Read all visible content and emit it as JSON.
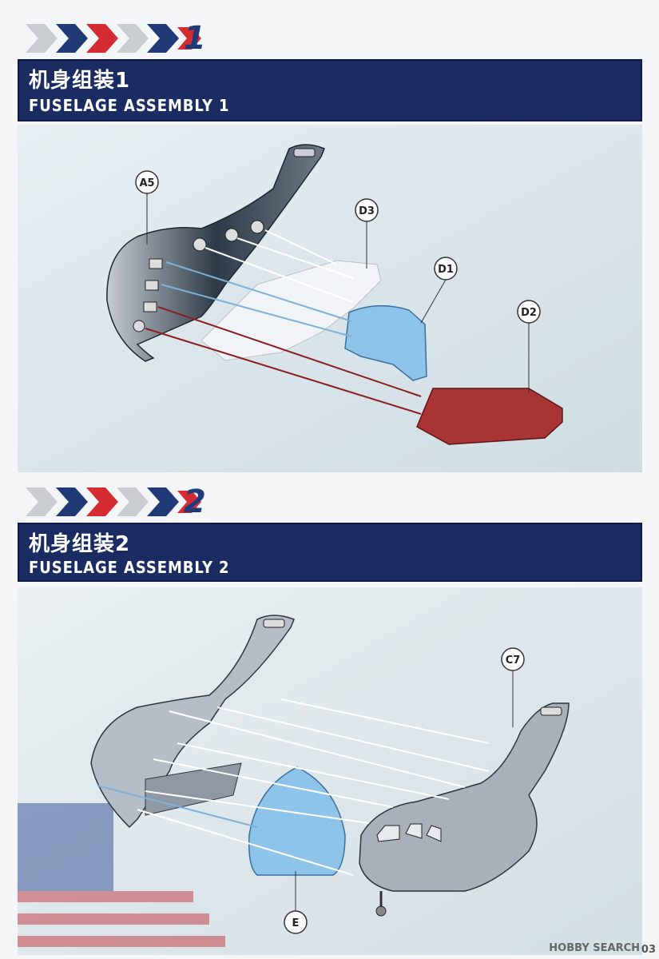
{
  "steps": [
    {
      "number": "1",
      "title_cn": "机身组装1",
      "title_en": "FUSELAGE ASSEMBLY 1",
      "callouts": [
        "A5",
        "D3",
        "D1",
        "D2"
      ]
    },
    {
      "number": "2",
      "title_cn": "机身组装2",
      "title_en": "FUSELAGE ASSEMBLY 2",
      "callouts": [
        "C7",
        "E"
      ]
    }
  ],
  "footer": {
    "watermark": "HOBBY SEARCH",
    "page_number": "03"
  },
  "colors": {
    "navy": "#1b2c63",
    "red": "#d52b33",
    "blue_part": "#8ec3ea",
    "red_part": "#a83434",
    "fuselage": "#9aa3ab"
  }
}
